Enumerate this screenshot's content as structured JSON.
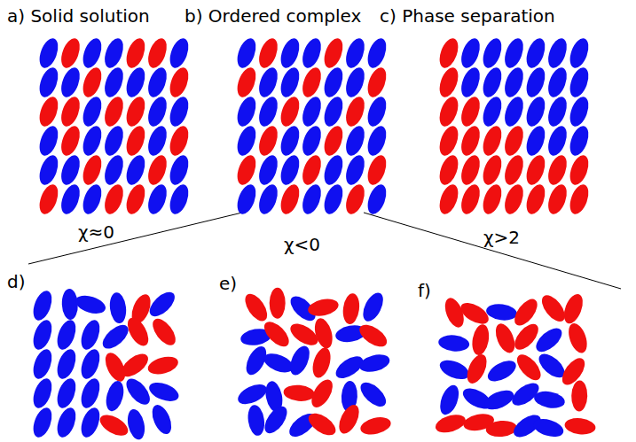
{
  "diagram": {
    "labels": [
      "a) Solid solution",
      "b) Ordered complex",
      "c) Phase separation",
      "χ≈0",
      "χ<0",
      "χ>2",
      "d)",
      "e)",
      "f)"
    ]
  }
}
